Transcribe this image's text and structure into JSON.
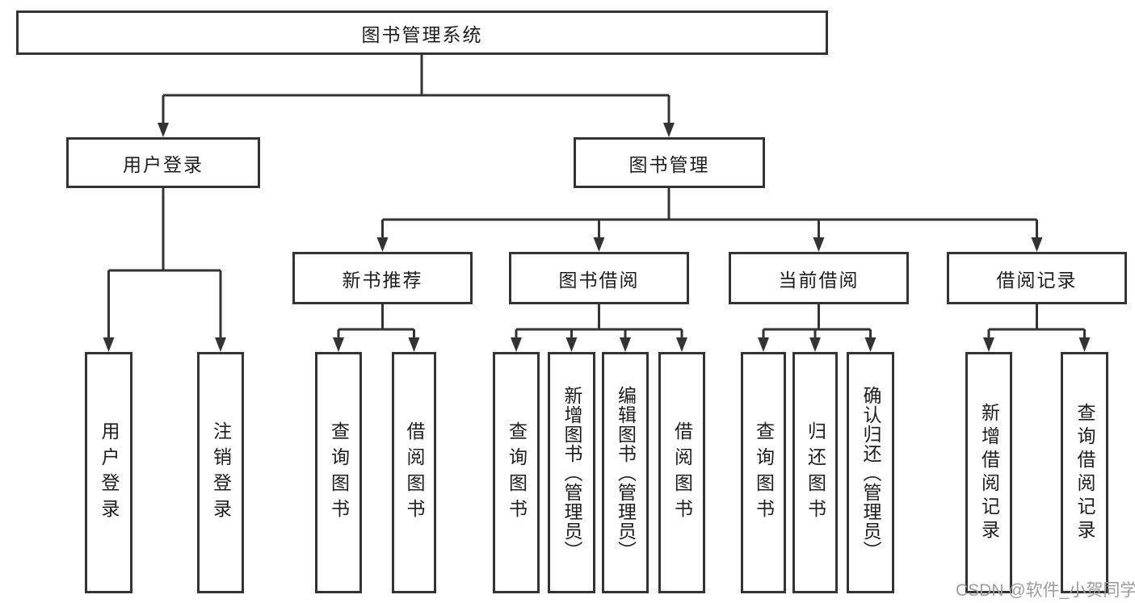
{
  "tree": {
    "root": {
      "label": "图书管理系统",
      "children": [
        {
          "label": "用户登录",
          "children": [
            {
              "label": "用户登录"
            },
            {
              "label": "注销登录"
            }
          ]
        },
        {
          "label": "图书管理",
          "children": [
            {
              "label": "新书推荐",
              "children": [
                {
                  "label": "查询图书"
                },
                {
                  "label": "借阅图书"
                }
              ]
            },
            {
              "label": "图书借阅",
              "children": [
                {
                  "label": "查询图书"
                },
                {
                  "label": "新增图书（管理员）"
                },
                {
                  "label": "编辑图书（管理员）"
                },
                {
                  "label": "借阅图书"
                }
              ]
            },
            {
              "label": "当前借阅",
              "children": [
                {
                  "label": "查询图书"
                },
                {
                  "label": "归还图书"
                },
                {
                  "label": "确认归还（管理员）"
                }
              ]
            },
            {
              "label": "借阅记录",
              "children": [
                {
                  "label": "新增借阅记录"
                },
                {
                  "label": "查询借阅记录"
                }
              ]
            }
          ]
        }
      ]
    }
  },
  "watermark": {
    "text": "CSDN @软件_小贺同学"
  },
  "colors": {
    "line": "#333333",
    "box_border": "#333333",
    "text": "#1d1d1d",
    "watermark": "#9b9ba1",
    "background": "#ffffff"
  }
}
